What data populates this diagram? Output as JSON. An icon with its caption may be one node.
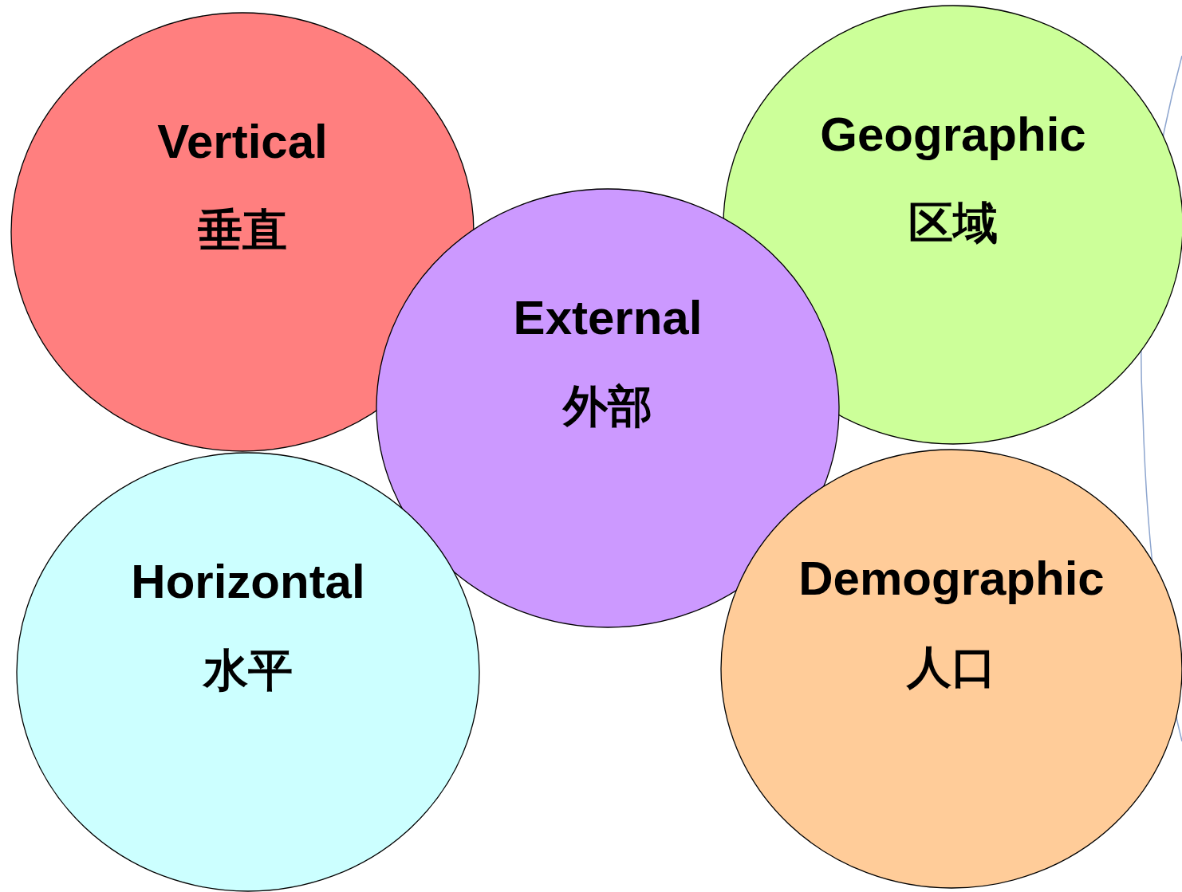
{
  "diagram": {
    "nodes": [
      {
        "text": [
          "Vertical",
          "垂直"
        ]
      },
      {
        "text": [
          "Geographic",
          "区域"
        ]
      },
      {
        "text": [
          "External",
          "外部"
        ]
      },
      {
        "text": [
          "Horizontal",
          "水平"
        ]
      },
      {
        "text": [
          "Demographic",
          "人口"
        ]
      }
    ]
  }
}
